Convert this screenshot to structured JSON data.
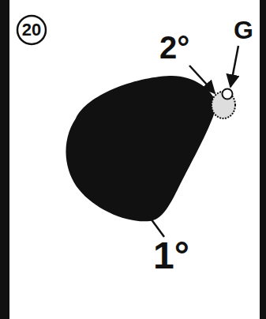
{
  "diagram": {
    "nodes": [
      {
        "text": [
          "20"
        ]
      }
    ],
    "labels": [
      "2°",
      "G",
      "1°"
    ]
  }
}
